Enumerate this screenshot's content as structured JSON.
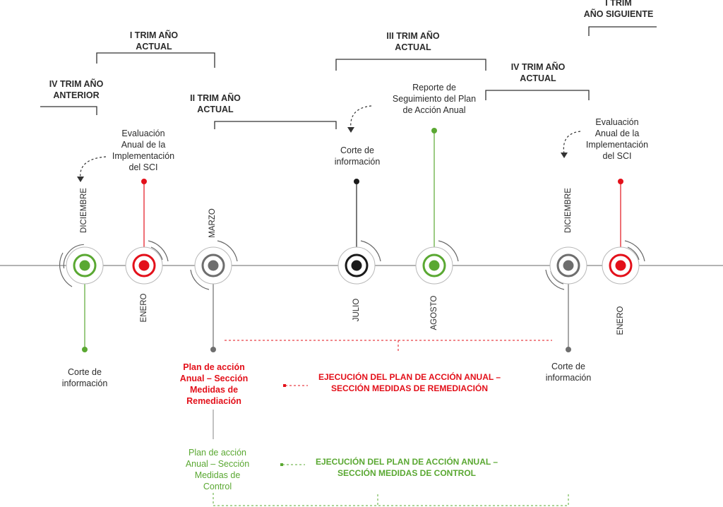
{
  "quarters": {
    "iv_prev": [
      "IV TRIM AÑO",
      "ANTERIOR"
    ],
    "i_current": [
      "I TRIM AÑO",
      "ACTUAL"
    ],
    "ii_current": [
      "II TRIM AÑO",
      "ACTUAL"
    ],
    "iii_current": [
      "III TRIM AÑO",
      "ACTUAL"
    ],
    "iv_current": [
      "IV TRIM AÑO",
      "ACTUAL"
    ],
    "i_next": [
      "I TRIM",
      "AÑO SIGUIENTE"
    ]
  },
  "months": {
    "diciembre_1": "DICIEMBRE",
    "enero_1": "ENERO",
    "marzo": "MARZO",
    "julio": "JULIO",
    "agosto": "AGOSTO",
    "diciembre_2": "DICIEMBRE",
    "enero_2": "ENERO"
  },
  "notes": {
    "evaluacion_1": [
      "Evaluación",
      "Anual de la",
      "Implementación",
      "del SCI"
    ],
    "corte_julio": [
      "Corte de",
      "información"
    ],
    "reporte": [
      "Reporte de",
      "Seguimiento del Plan",
      "de Acción Anual"
    ],
    "evaluacion_2": [
      "Evaluación",
      "Anual de la",
      "Implementación",
      "del SCI"
    ],
    "corte_diciembre_1": [
      "Corte de",
      "información"
    ],
    "corte_diciembre_2": [
      "Corte de",
      "información"
    ]
  },
  "plans": {
    "remediacion": [
      "Plan de acción",
      "Anual – Sección",
      "Medidas de",
      "Remediación"
    ],
    "control": [
      "Plan de acción",
      "Anual – Sección",
      "Medidas de",
      "Control"
    ]
  },
  "execution": {
    "remediacion": [
      "EJECUCIÓN DEL PLAN DE ACCIÓN ANUAL –",
      "SECCIÓN MEDIDAS DE REMEDIACIÓN"
    ],
    "control": [
      "EJECUCIÓN DEL PLAN DE ACCIÓN ANUAL –",
      "SECCIÓN MEDIDAS DE CONTROL"
    ]
  },
  "colors": {
    "green": "#5aa832",
    "red": "#e3101a",
    "gray": "#6e6e6e",
    "black": "#1a1a1a",
    "line": "#9a9a9a"
  }
}
